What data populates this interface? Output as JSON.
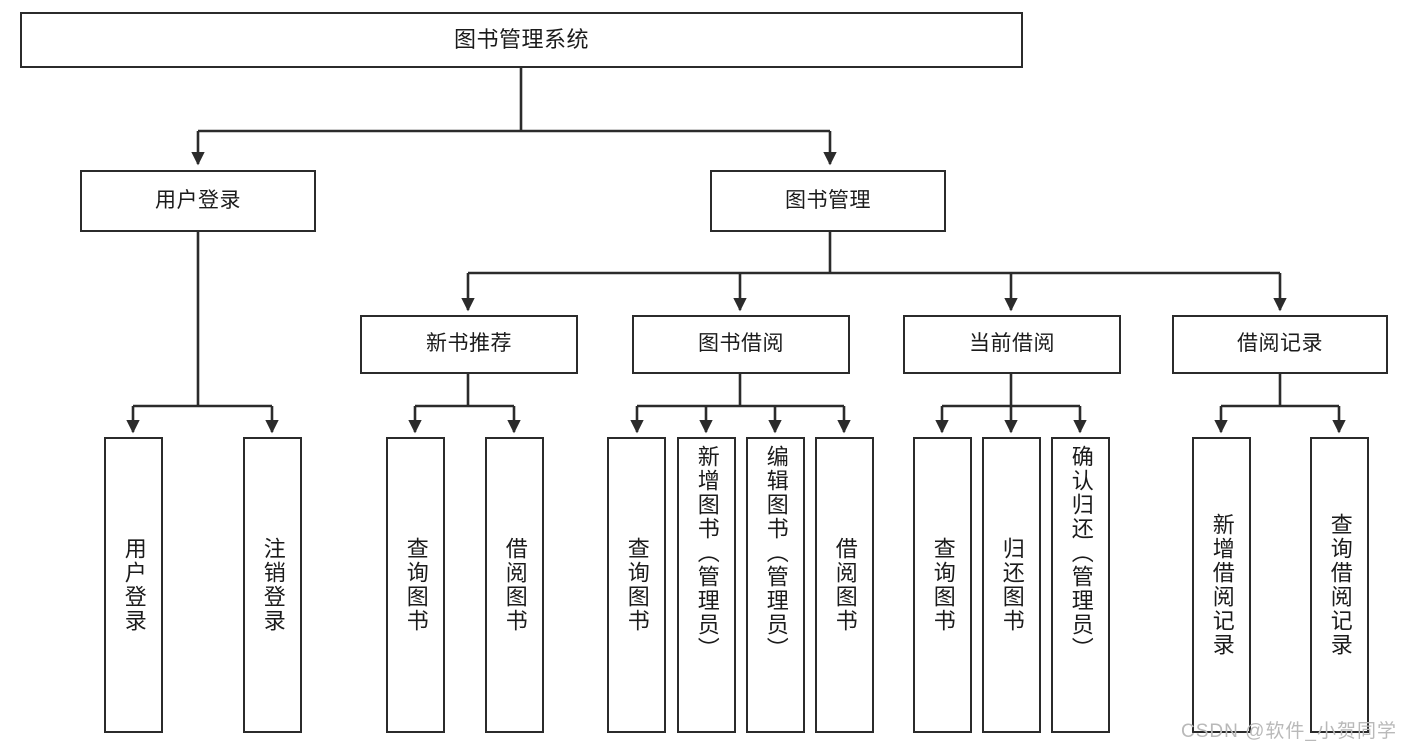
{
  "diagram": {
    "title": "图书管理系统",
    "type": "tree",
    "root": {
      "label": "图书管理系统"
    },
    "level2": [
      {
        "label": "用户登录"
      },
      {
        "label": "图书管理"
      }
    ],
    "level3": [
      {
        "label": "新书推荐"
      },
      {
        "label": "图书借阅"
      },
      {
        "label": "当前借阅"
      },
      {
        "label": "借阅记录"
      }
    ],
    "leaves": [
      {
        "label": "用户登录"
      },
      {
        "label": "注销登录"
      },
      {
        "label": "查询图书"
      },
      {
        "label": "借阅图书"
      },
      {
        "label": "查询图书"
      },
      {
        "label": "新增图书（管理员）"
      },
      {
        "label": "编辑图书（管理员）"
      },
      {
        "label": "借阅图书"
      },
      {
        "label": "查询图书"
      },
      {
        "label": "归还图书"
      },
      {
        "label": "确认归还（管理员）"
      },
      {
        "label": "新增借阅记录"
      },
      {
        "label": "查询借阅记录"
      }
    ]
  },
  "watermark": {
    "text": "CSDN @软件_小贺同学"
  },
  "colors": {
    "stroke": "#2b2b2b",
    "fill": "#ffffff",
    "text": "#1b1b1b",
    "watermark": "#b9b9b9"
  }
}
